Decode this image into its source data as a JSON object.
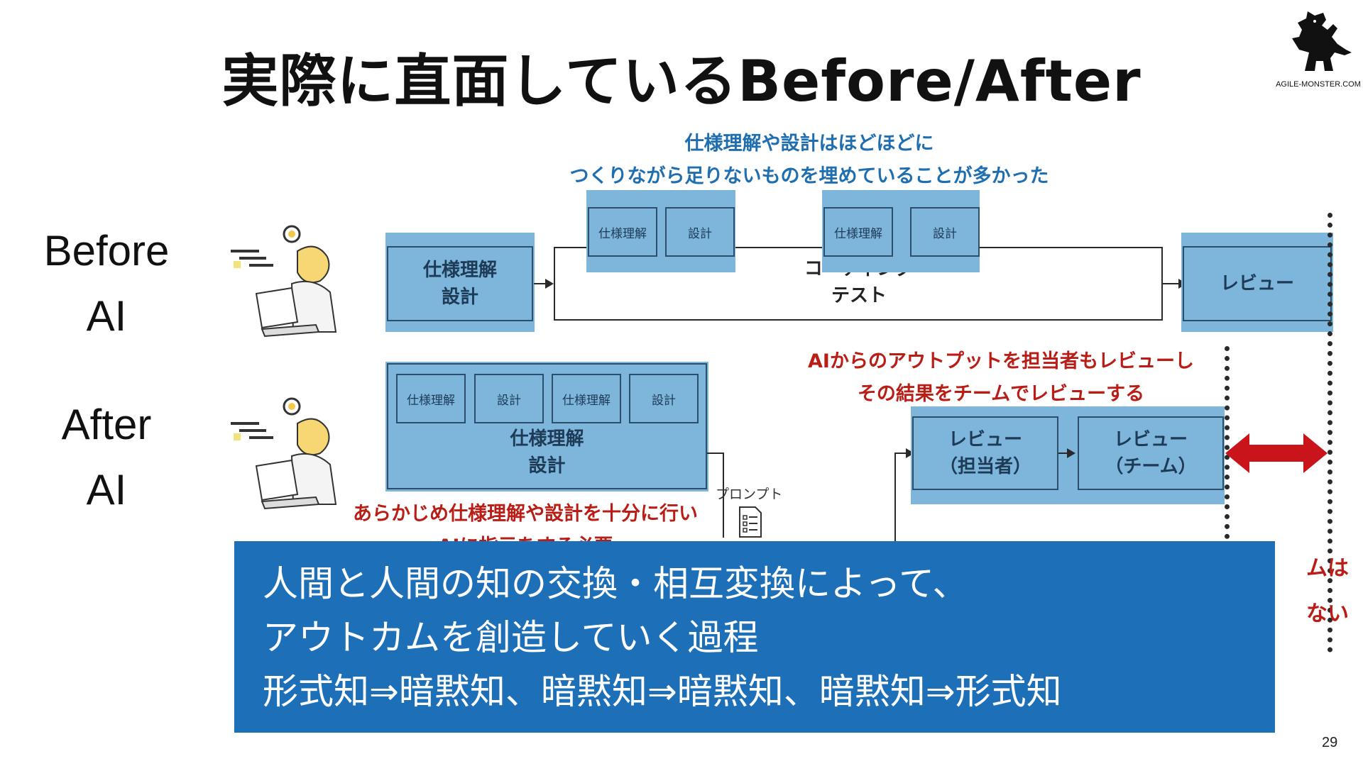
{
  "slide": {
    "title": "実際に直面しているBefore/After",
    "page_number": "29",
    "logo": {
      "icon": "monster-icon",
      "text": "AGILE-MONSTER.COM"
    }
  },
  "before": {
    "label_line1": "Before",
    "label_line2": "AI",
    "note_line1": "仕様理解や設計はほどほどに",
    "note_line2": "つくりながら足りないものを埋めていることが多かった",
    "spec_box_line1": "仕様理解",
    "spec_box_line2": "設計",
    "small_boxes": [
      "仕様理解",
      "設計",
      "仕様理解",
      "設計"
    ],
    "coding_line1": "コーディング",
    "coding_line2": "テスト",
    "review": "レビュー"
  },
  "after": {
    "label_line1": "After",
    "label_line2": "AI",
    "small_boxes": [
      "仕様理解",
      "設計",
      "仕様理解",
      "設計"
    ],
    "spec_box_line1": "仕様理解",
    "spec_box_line2": "設計",
    "prompt_label": "プロンプト",
    "red_note_left_line1": "あらかじめ仕様理解や設計を十分に行い",
    "red_note_left_line2": "AIに指示をする必要",
    "red_note_top_line1": "AIからのアウトプットを担当者もレビューし",
    "red_note_top_line2": "その結果をチームでレビューする",
    "review1_line1": "レビュー",
    "review1_line2": "（担当者）",
    "review2_line1": "レビュー",
    "review2_line2": "（チーム）",
    "red_note_right_line1": "ムは",
    "red_note_right_line2": "ない"
  },
  "banner": {
    "line1": "人間と人間の知の交換・相互変換によって、",
    "line2": "アウトカムを創造していく過程",
    "line3": "形式知⇒暗黙知、暗黙知⇒暗黙知、暗黙知⇒形式知"
  },
  "colors": {
    "box_fill": "#7db5db",
    "box_text": "#1d3a57",
    "blue_note": "#1f6fb0",
    "red_note": "#b91d16",
    "banner": "#1d70b8",
    "arrow": "#c8141a"
  }
}
